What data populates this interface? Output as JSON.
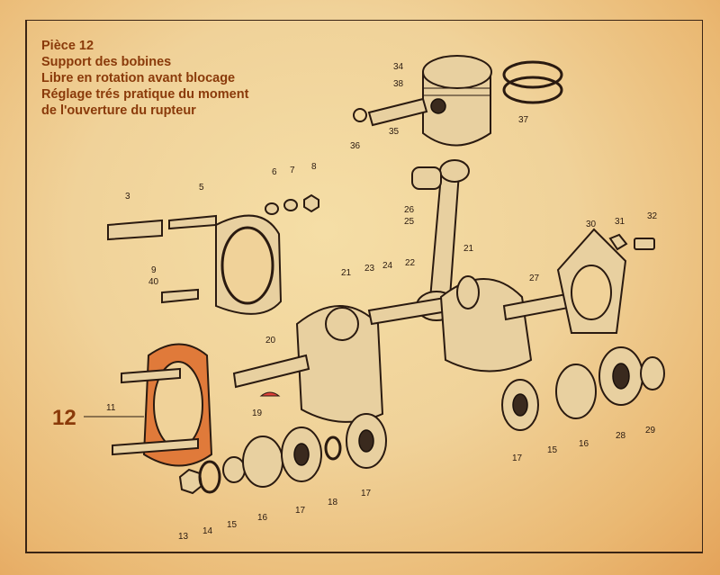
{
  "caption": {
    "lines": [
      "Pièce 12",
      "Support des bobines",
      "Libre en rotation avant blocage",
      "Réglage trés pratique du moment",
      "de l'ouverture du rupteur"
    ]
  },
  "highlight_label": "12",
  "part_labels": [
    "34",
    "38",
    "37",
    "36",
    "35",
    "6",
    "7",
    "8",
    "3",
    "5",
    "9",
    "40",
    "26",
    "25",
    "30",
    "31",
    "32",
    "21",
    "23",
    "24",
    "22",
    "21",
    "27",
    "20",
    "11",
    "19",
    "17",
    "15",
    "16",
    "28",
    "29",
    "13",
    "14",
    "15",
    "16",
    "17",
    "18",
    "17"
  ],
  "colors": {
    "caption": "#8a3a0a",
    "gasket": "#e07a3a",
    "paper": "#f0d299"
  }
}
